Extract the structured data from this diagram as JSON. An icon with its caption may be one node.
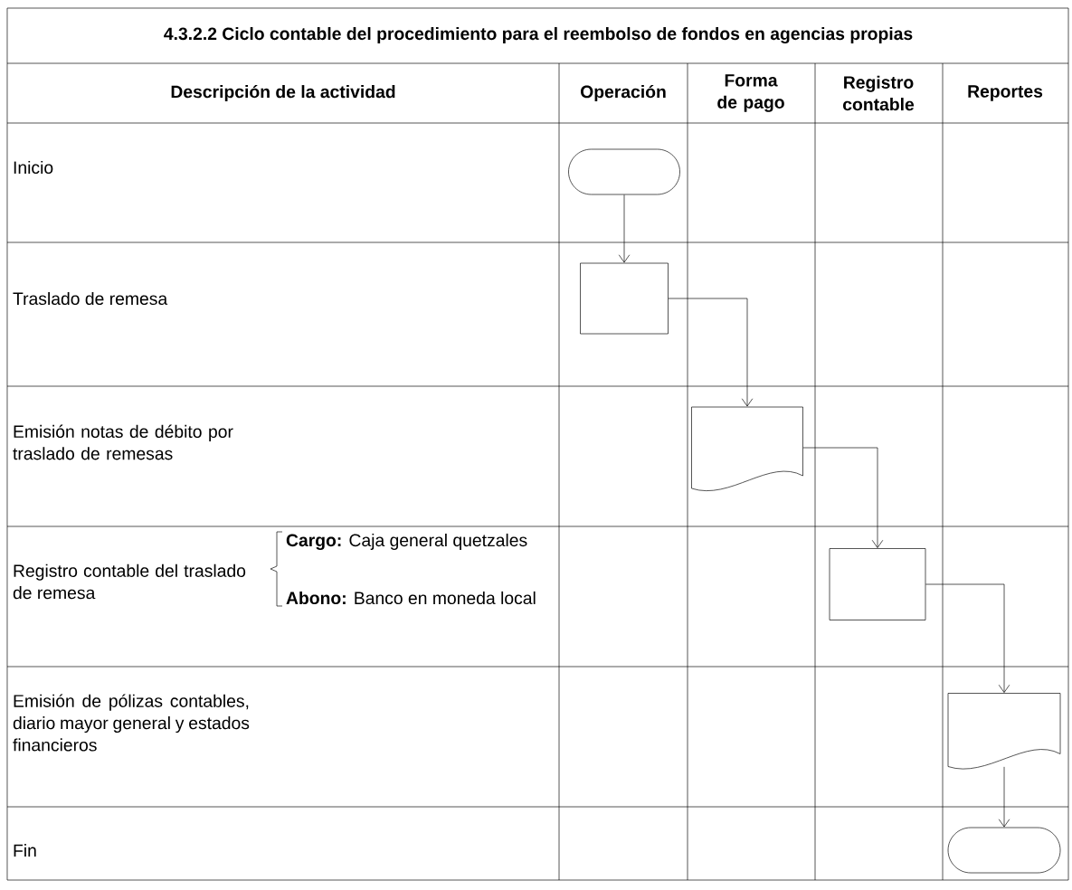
{
  "diagram": {
    "title": "4.3.2.2 Ciclo contable del procedimiento para el reembolso de fondos en agencias propias",
    "nodes": [
      {
        "text": [],
        "shape": "terminal"
      },
      {
        "text": [],
        "shape": "box"
      },
      {
        "text": [],
        "shape": "document"
      },
      {
        "text": [],
        "shape": "box"
      },
      {
        "text": [],
        "shape": "document"
      },
      {
        "text": [],
        "shape": "terminal"
      }
    ],
    "edges": [
      {
        "from": 0,
        "to": 1,
        "arrow": "to"
      },
      {
        "from": 1,
        "to": 2,
        "arrow": "to"
      },
      {
        "from": 2,
        "to": 3,
        "arrow": "to"
      },
      {
        "from": 3,
        "to": 4,
        "arrow": "to"
      },
      {
        "from": 4,
        "to": 5,
        "arrow": "to"
      }
    ],
    "labels": [
      "Descripción de la actividad",
      "Operación",
      "Forma de pago",
      "Registro contable",
      "Reportes",
      "Inicio",
      "Traslado de remesa",
      "Emisión notas de débito por traslado de remesas",
      "Registro contable del traslado de remesa",
      "**Cargo:** Caja general quetzales",
      "**Abono:** Banco en moneda local",
      "Emisión de pólizas contables, diario mayor general y estados financieros",
      "Fin"
    ]
  }
}
